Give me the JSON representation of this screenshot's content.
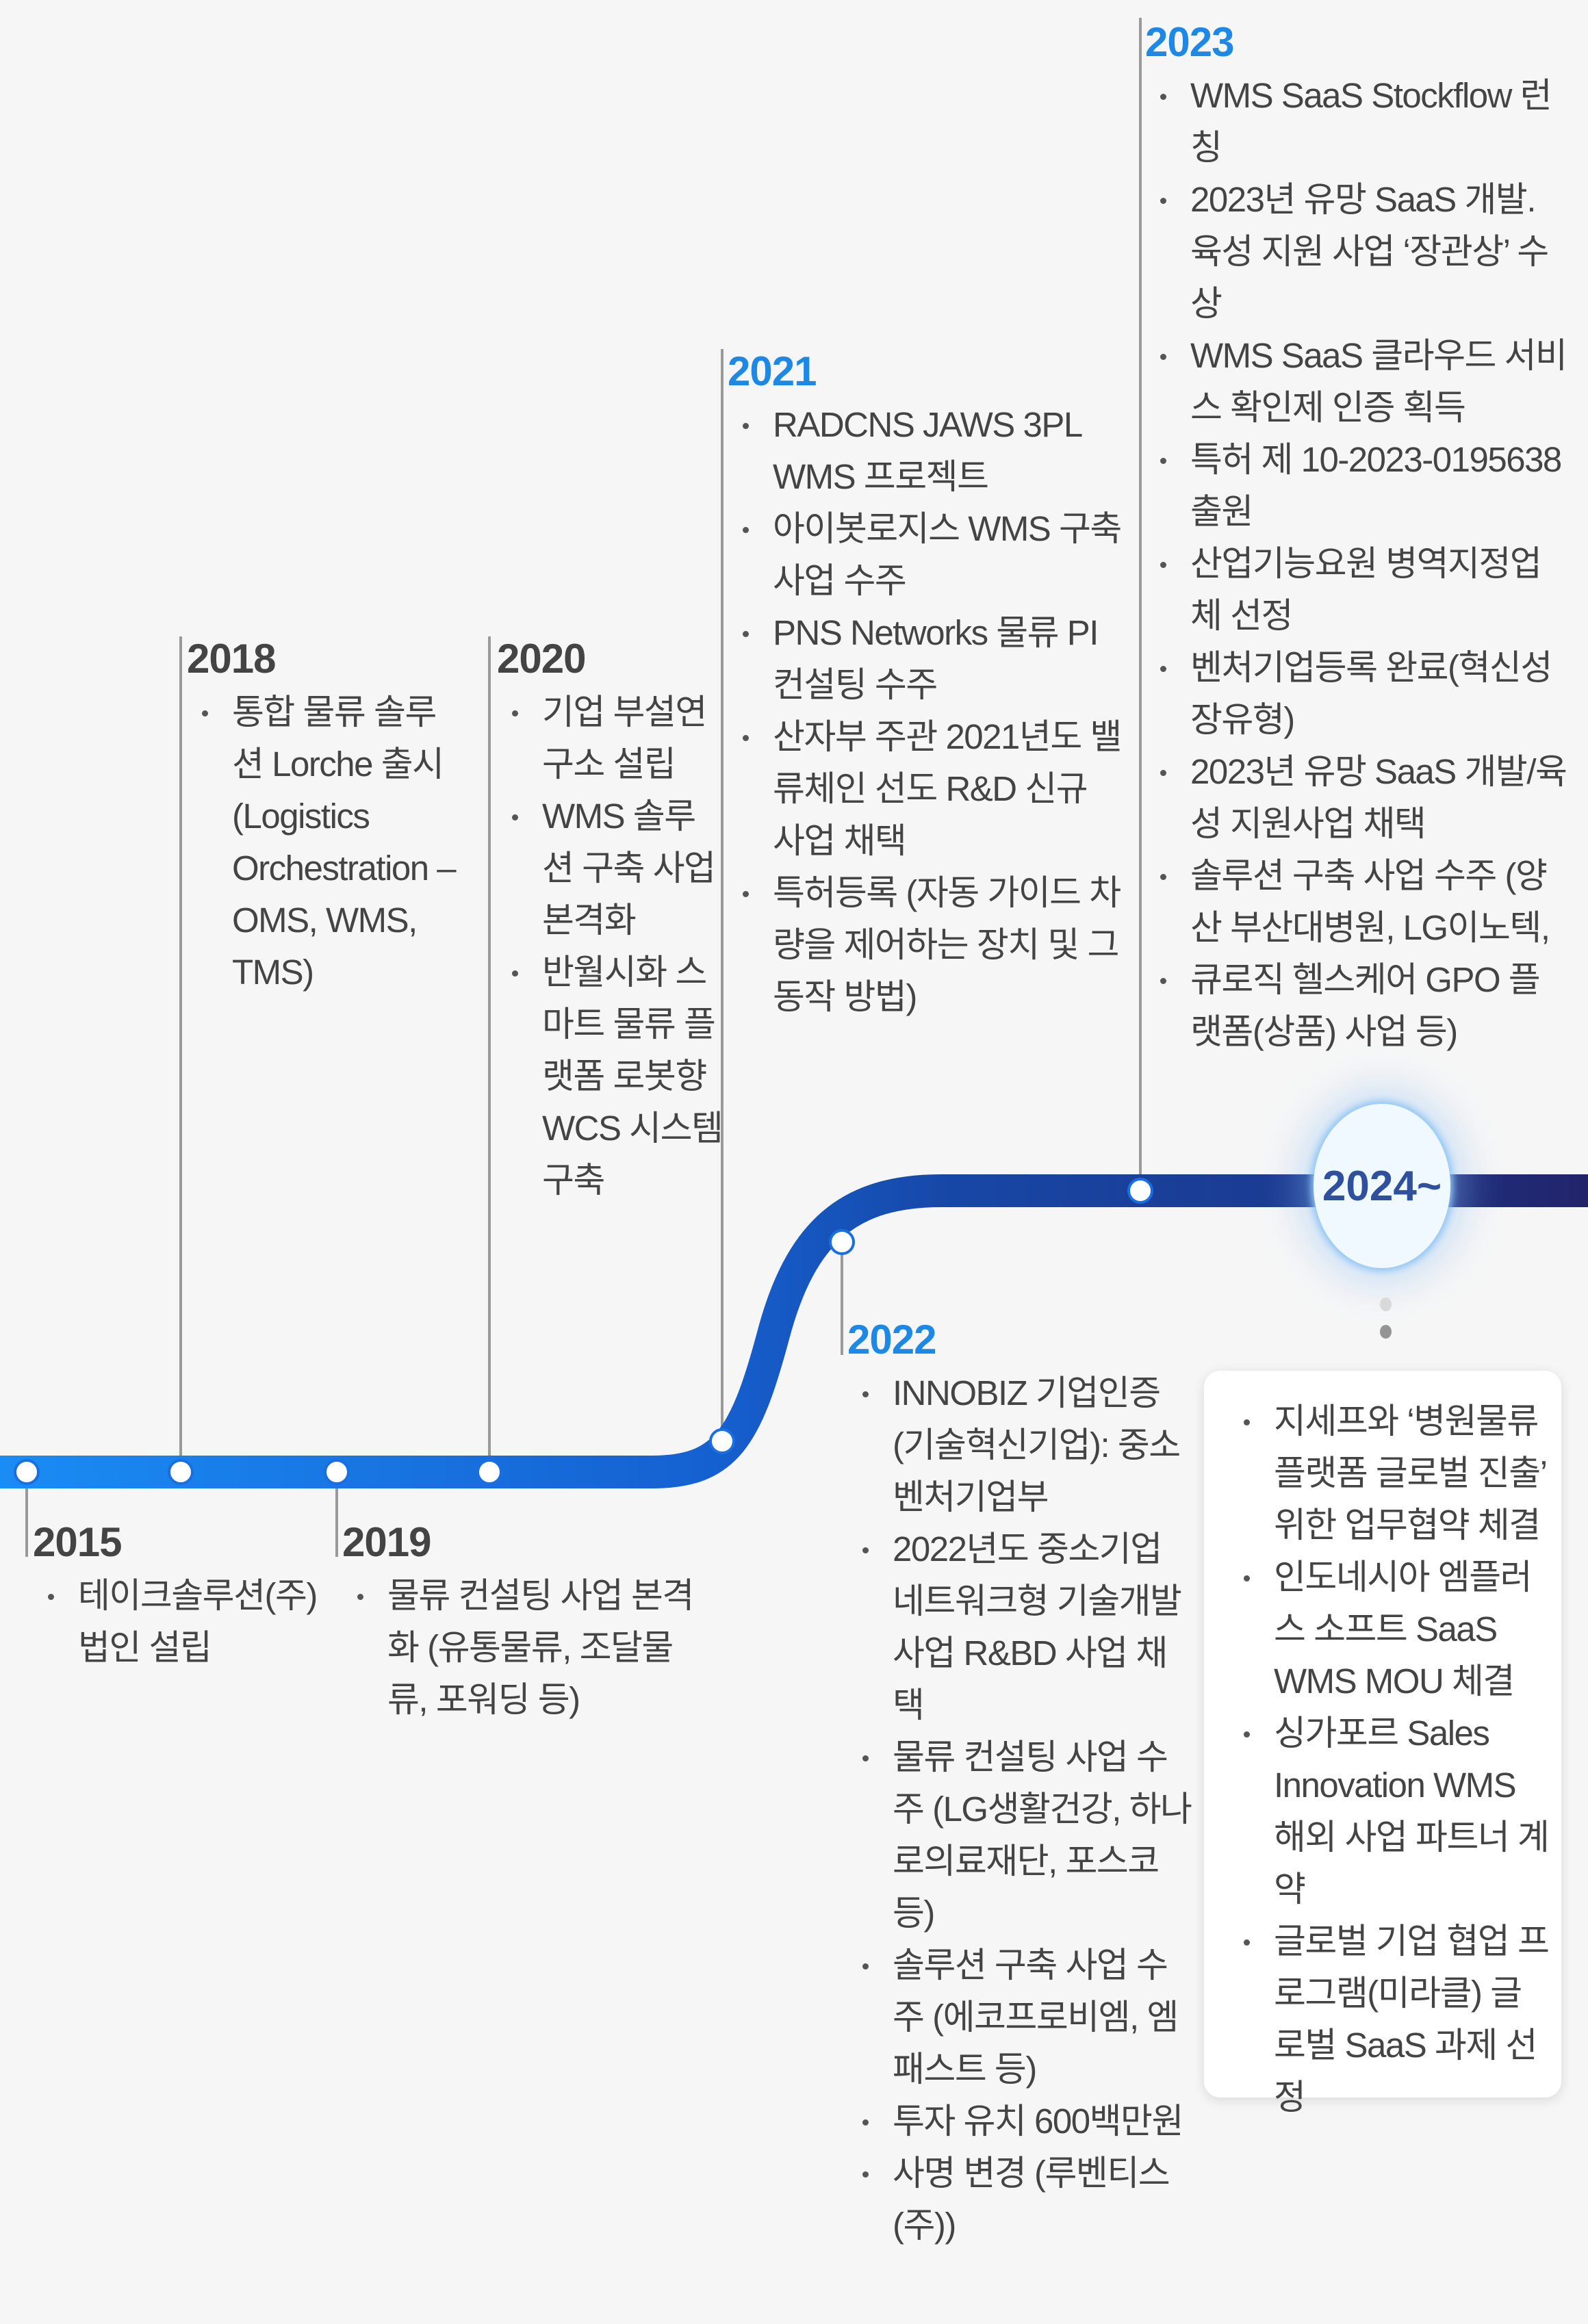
{
  "colors": {
    "accent": "#1e88e5",
    "line_start": "#1a8cf5",
    "line_mid": "#1747a6",
    "line_end": "#22246a",
    "text": "#444444"
  },
  "milestones": [
    {
      "year": "2015",
      "items": [
        "테이크솔루션(주) 법인 설립"
      ]
    },
    {
      "year": "2018",
      "items": [
        "통합 물류 솔루션 Lorche 출시 (Logistics Orchestration – OMS, WMS, TMS)"
      ]
    },
    {
      "year": "2019",
      "items": [
        "물류 컨설팅 사업 본격화 (유통물류, 조달물류, 포워딩 등)"
      ]
    },
    {
      "year": "2020",
      "items": [
        "기업 부설연구소 설립",
        "WMS 솔루션 구축 사업 본격화",
        "반월시화 스마트 물류 플랫폼 로봇향 WCS 시스템 구축"
      ]
    },
    {
      "year": "2021",
      "items": [
        "RADCNS JAWS 3PL WMS 프로젝트",
        "아이봇로지스 WMS 구축 사업 수주",
        "PNS Networks 물류 PI 컨설팅 수주",
        "산자부 주관 2021년도 밸류체인 선도 R&D 신규 사업 채택",
        "특허등록 (자동 가이드 차량을 제어하는 장치 및 그 동작 방법)"
      ]
    },
    {
      "year": "2022",
      "items": [
        "INNOBIZ 기업인증 (기술혁신기업): 중소벤처기업부",
        "2022년도 중소기업 네트워크형 기술개발사업 R&BD 사업 채택",
        "물류 컨설팅 사업 수주 (LG생활건강, 하나로의료재단, 포스코  등)",
        "솔루션 구축 사업 수주 (에코프로비엠, 엠패스트 등)",
        "투자 유치 600백만원",
        "사명 변경 (루벤티스(주))"
      ]
    },
    {
      "year": "2023",
      "items": [
        "WMS SaaS Stockflow 런칭",
        "2023년 유망 SaaS 개발. 육성 지원 사업 ‘장관상’ 수상",
        "WMS SaaS 클라우드 서비스 확인제 인증 획득",
        "특허 제 10-2023-0195638 출원",
        "산업기능요원 병역지정업체 선정",
        "벤처기업등록 완료(혁신성장유형)",
        "2023년 유망 SaaS 개발/육성 지원사업 채택",
        "솔루션 구축 사업 수주 (양산 부산대병원, LG이노텍,",
        "큐로직 헬스케어 GPO 플랫폼(상품) 사업 등)"
      ]
    }
  ],
  "current": {
    "year": "2024~",
    "items": [
      "지세프와 ‘병원물류 플랫폼 글로벌 진출’ 위한 업무협약 체결",
      "인도네시아 엠플러스 소프트 SaaS WMS MOU 체결",
      "싱가포르 Sales Innovation WMS 해외 사업 파트너 계약",
      "글로벌 기업 협업 프로그램(미라클) 글로벌 SaaS 과제 선정"
    ]
  },
  "pagination": {
    "pages": 2,
    "active": 2
  }
}
